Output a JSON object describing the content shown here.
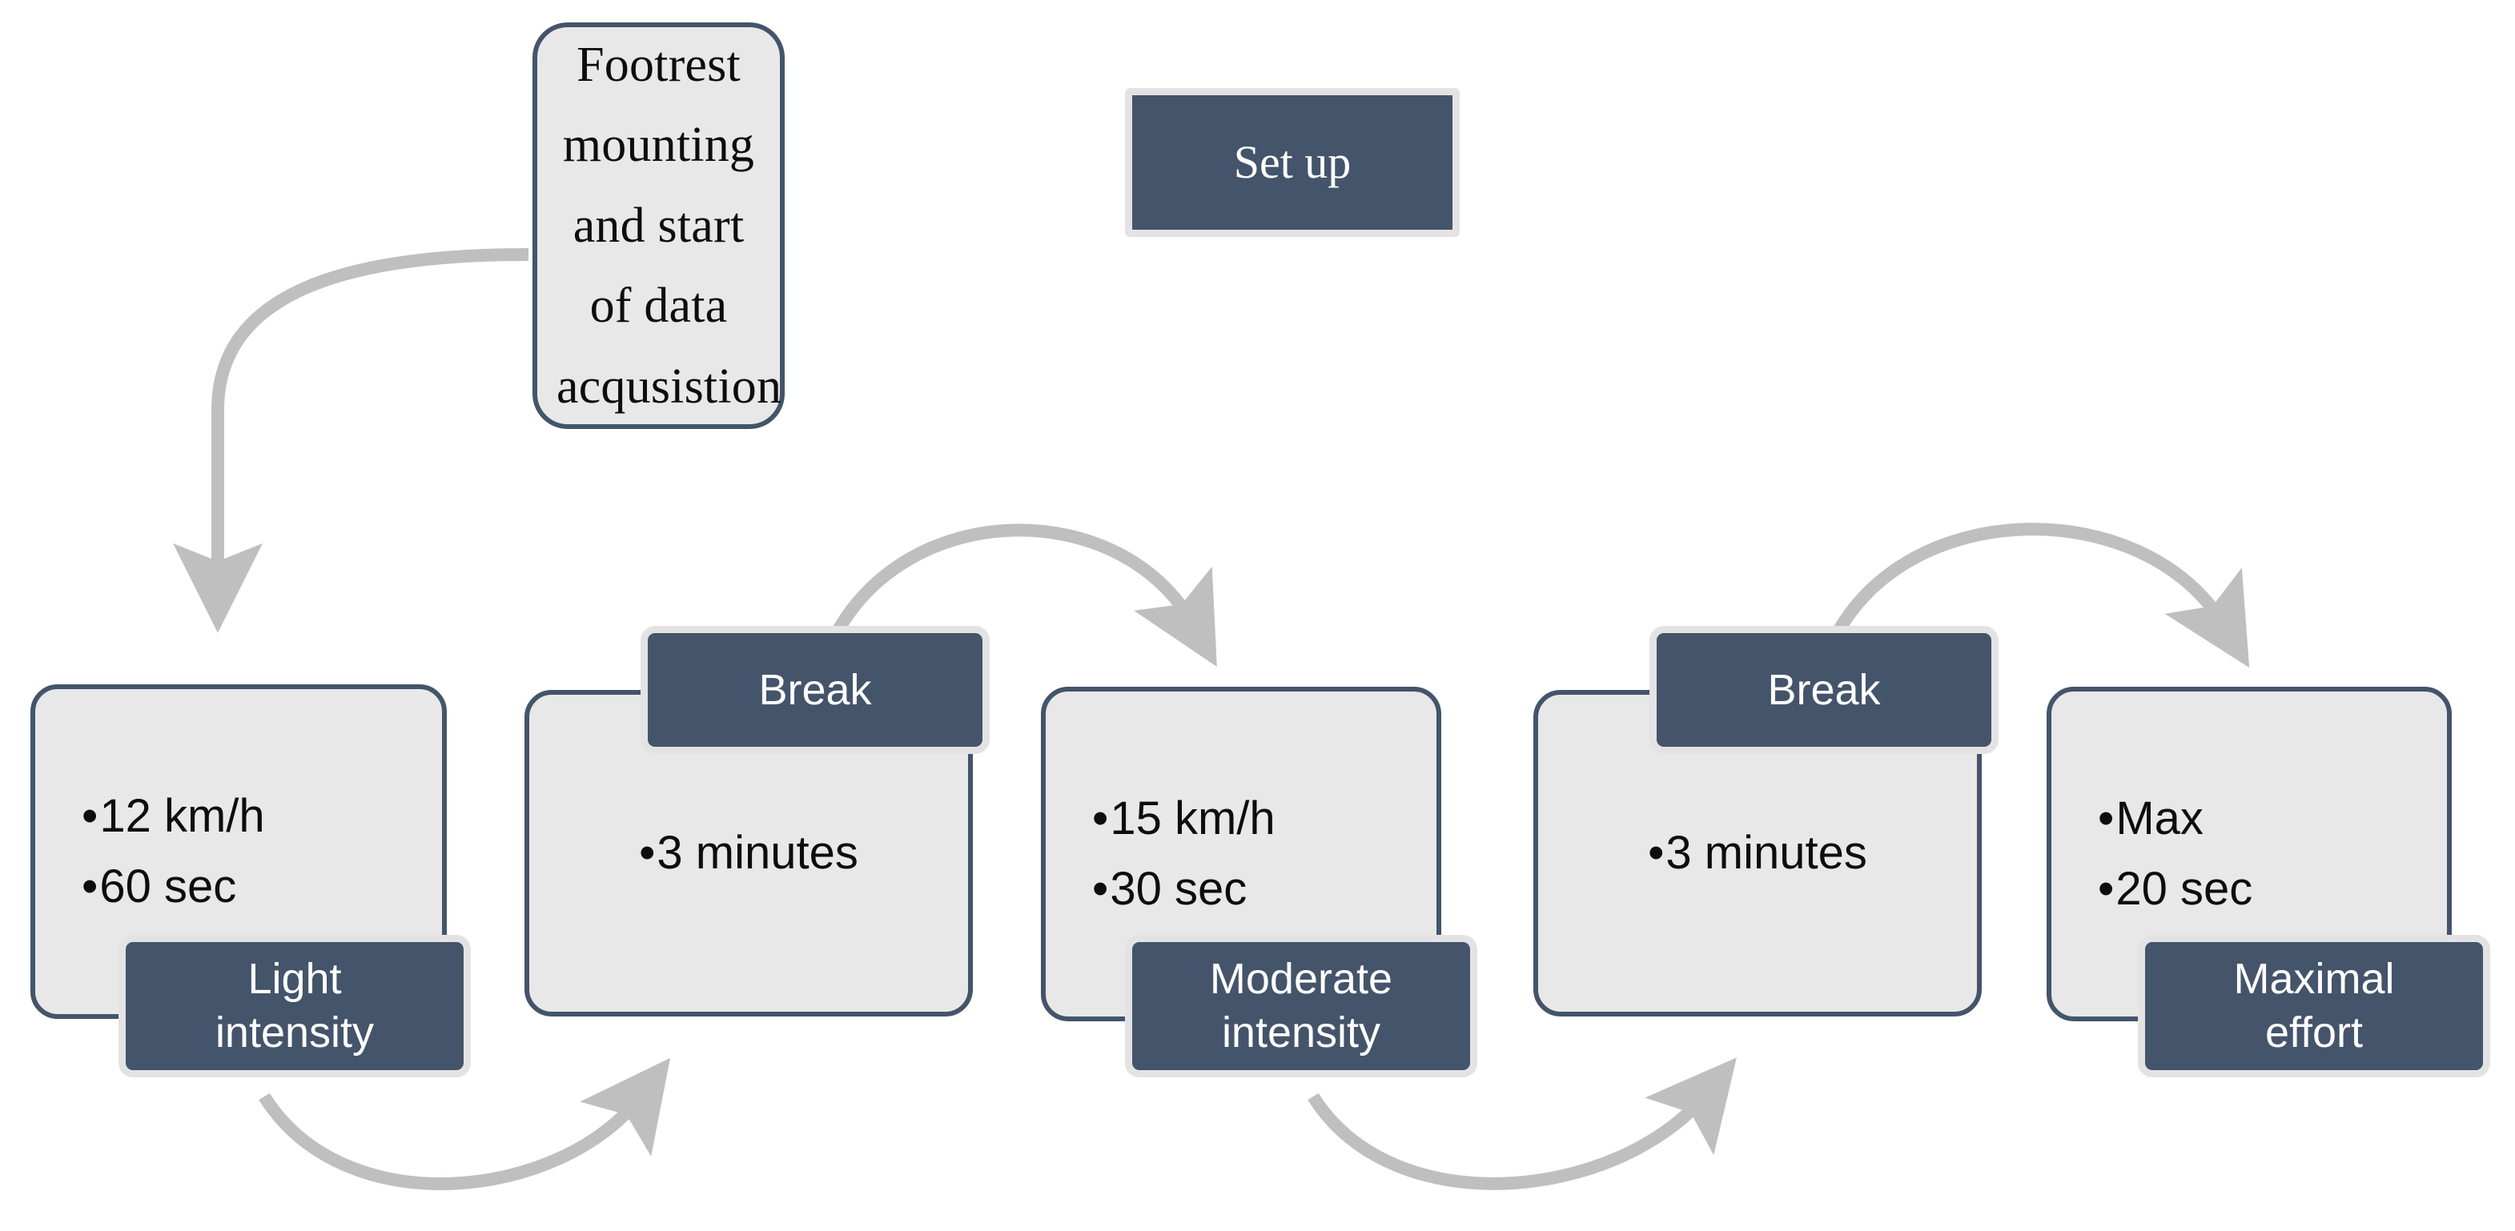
{
  "diagram": {
    "title": "Exercise protocol flow diagram",
    "colors": {
      "badge_fill": "#44546A",
      "badge_text": "#FFFFFF",
      "card_fill": "#E8E8E8",
      "card_border": "#44546A",
      "arrow": "#BFBFBF",
      "page_background": "#FFFFFF"
    },
    "steps": [
      {
        "id": "setup",
        "badge": "Set up",
        "body_text": "Footrest mounting and start of data acqusistion",
        "bullets": []
      },
      {
        "id": "light-intensity",
        "badge_line1": "Light",
        "badge_line2": "intensity",
        "bullets": [
          "12 km/h",
          "60 sec"
        ]
      },
      {
        "id": "break-1",
        "badge": "Break",
        "bullets": [
          "3 minutes"
        ]
      },
      {
        "id": "moderate-intensity",
        "badge_line1": "Moderate",
        "badge_line2": "intensity",
        "bullets": [
          "15 km/h",
          "30 sec"
        ]
      },
      {
        "id": "break-2",
        "badge": "Break",
        "bullets": [
          "3 minutes"
        ]
      },
      {
        "id": "maximal-effort",
        "badge_line1": "Maximal",
        "badge_line2": "effort",
        "bullets": [
          "Max",
          "20 sec"
        ]
      }
    ],
    "arrows": [
      {
        "id": "setup-to-light",
        "from": "setup",
        "to": "light-intensity",
        "shape": "elbow-down-left"
      },
      {
        "id": "light-to-break1",
        "from": "light-intensity",
        "to": "break-1",
        "shape": "arc-below"
      },
      {
        "id": "break1-to-moderate",
        "from": "break-1",
        "to": "moderate-intensity",
        "shape": "arc-above"
      },
      {
        "id": "moderate-to-break2",
        "from": "moderate-intensity",
        "to": "break-2",
        "shape": "arc-below"
      },
      {
        "id": "break2-to-maximal",
        "from": "break-2",
        "to": "maximal-effort",
        "shape": "arc-above"
      }
    ]
  }
}
